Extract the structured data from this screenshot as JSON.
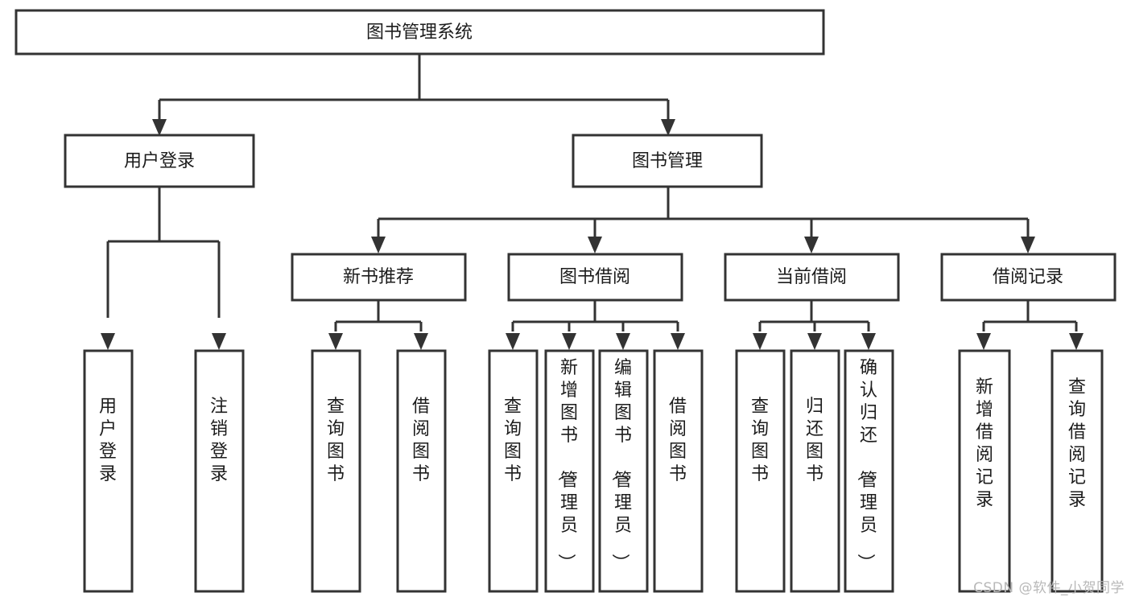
{
  "diagram": {
    "type": "hierarchy-tree",
    "title": "图书管理系统",
    "orientation": "top-down",
    "colors": {
      "box_fill": "#ffffff",
      "box_stroke": "#333333",
      "connector": "#333333",
      "text": "#1c1c1c",
      "watermark": "#b8b8b8"
    },
    "levels": [
      {
        "level": 1,
        "nodes": [
          {
            "id": "root",
            "label": "图书管理系统",
            "orientation": "horizontal"
          }
        ]
      },
      {
        "level": 2,
        "nodes": [
          {
            "id": "login",
            "label": "用户登录",
            "orientation": "horizontal",
            "parent": "root"
          },
          {
            "id": "bookmgr",
            "label": "图书管理",
            "orientation": "horizontal",
            "parent": "root"
          }
        ]
      },
      {
        "level": 3,
        "nodes": [
          {
            "id": "newbook",
            "label": "新书推荐",
            "orientation": "horizontal",
            "parent": "bookmgr"
          },
          {
            "id": "borrow",
            "label": "图书借阅",
            "orientation": "horizontal",
            "parent": "bookmgr"
          },
          {
            "id": "current",
            "label": "当前借阅",
            "orientation": "horizontal",
            "parent": "bookmgr"
          },
          {
            "id": "record",
            "label": "借阅记录",
            "orientation": "horizontal",
            "parent": "bookmgr"
          }
        ]
      },
      {
        "level": 4,
        "nodes": [
          {
            "id": "leaf-user-login",
            "label": "用户登录",
            "orientation": "vertical",
            "parent": "login"
          },
          {
            "id": "leaf-user-logout",
            "label": "注销登录",
            "orientation": "vertical",
            "parent": "login"
          },
          {
            "id": "leaf-query-book-1",
            "label": "查询图书",
            "orientation": "vertical",
            "parent": "newbook"
          },
          {
            "id": "leaf-borrow-book-1",
            "label": "借阅图书",
            "orientation": "vertical",
            "parent": "newbook"
          },
          {
            "id": "leaf-query-book-2",
            "label": "查询图书",
            "orientation": "vertical",
            "parent": "borrow"
          },
          {
            "id": "leaf-add-book",
            "label": "新增图书（管理员）",
            "orientation": "vertical",
            "parent": "borrow"
          },
          {
            "id": "leaf-edit-book",
            "label": "编辑图书（管理员）",
            "orientation": "vertical",
            "parent": "borrow"
          },
          {
            "id": "leaf-borrow-book-2",
            "label": "借阅图书",
            "orientation": "vertical",
            "parent": "borrow"
          },
          {
            "id": "leaf-query-book-3",
            "label": "查询图书",
            "orientation": "vertical",
            "parent": "current"
          },
          {
            "id": "leaf-return-book",
            "label": "归还图书",
            "orientation": "vertical",
            "parent": "current"
          },
          {
            "id": "leaf-confirm-return",
            "label": "确认归还（管理员）",
            "orientation": "vertical",
            "parent": "current"
          },
          {
            "id": "leaf-add-record",
            "label": "新增借阅记录",
            "orientation": "vertical",
            "parent": "record"
          },
          {
            "id": "leaf-query-record",
            "label": "查询借阅记录",
            "orientation": "vertical",
            "parent": "record"
          }
        ]
      }
    ]
  },
  "watermark": {
    "text": "CSDN @软件_小贺同学"
  }
}
